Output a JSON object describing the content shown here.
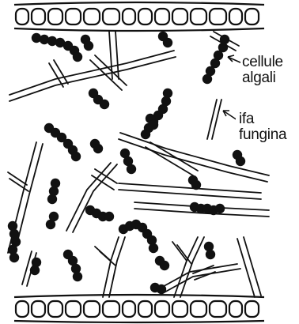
{
  "labels": {
    "algal_cells_line1": "cellule",
    "algal_cells_line2": "algali",
    "fungal_hypha_line1": "ifa",
    "fungal_hypha_line2": "fungina"
  },
  "colors": {
    "ink": "#111111",
    "background": "#ffffff"
  }
}
